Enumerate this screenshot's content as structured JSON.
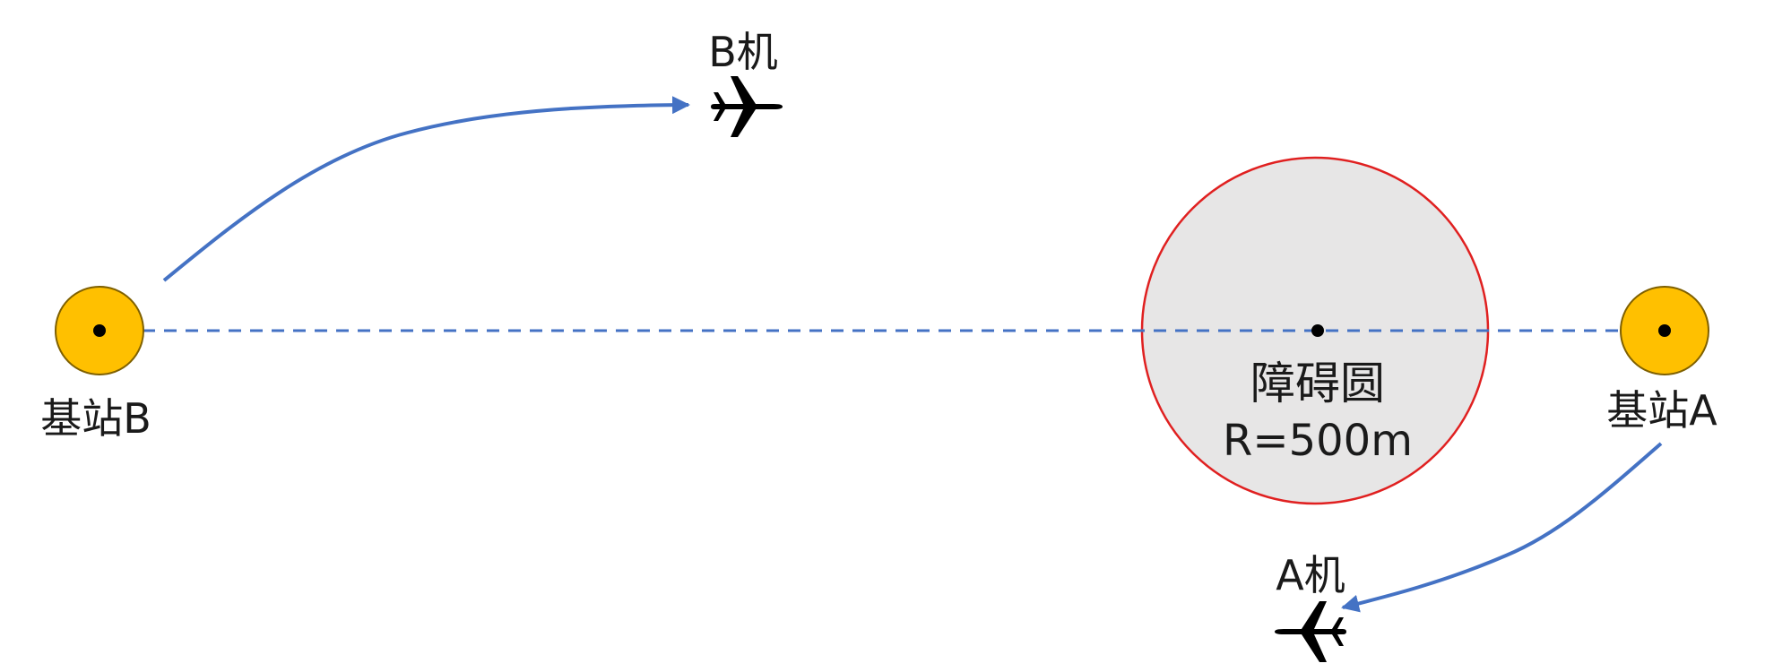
{
  "labels": {
    "station_b": "基站B",
    "station_a": "基站A",
    "plane_b": "B机",
    "plane_a": "A机",
    "obstacle_name": "障碍圆",
    "obstacle_radius": "R=500m"
  },
  "icons": {
    "station": "station-marker-icon",
    "plane": "airplane-icon"
  },
  "colors": {
    "station_fill": "#FFC000",
    "station_stroke": "#7F6000",
    "obstacle_fill": "#E7E6E6",
    "obstacle_stroke": "#E02020",
    "line": "#4472C4",
    "dot": "#000000",
    "text": "#1a1a1a"
  }
}
